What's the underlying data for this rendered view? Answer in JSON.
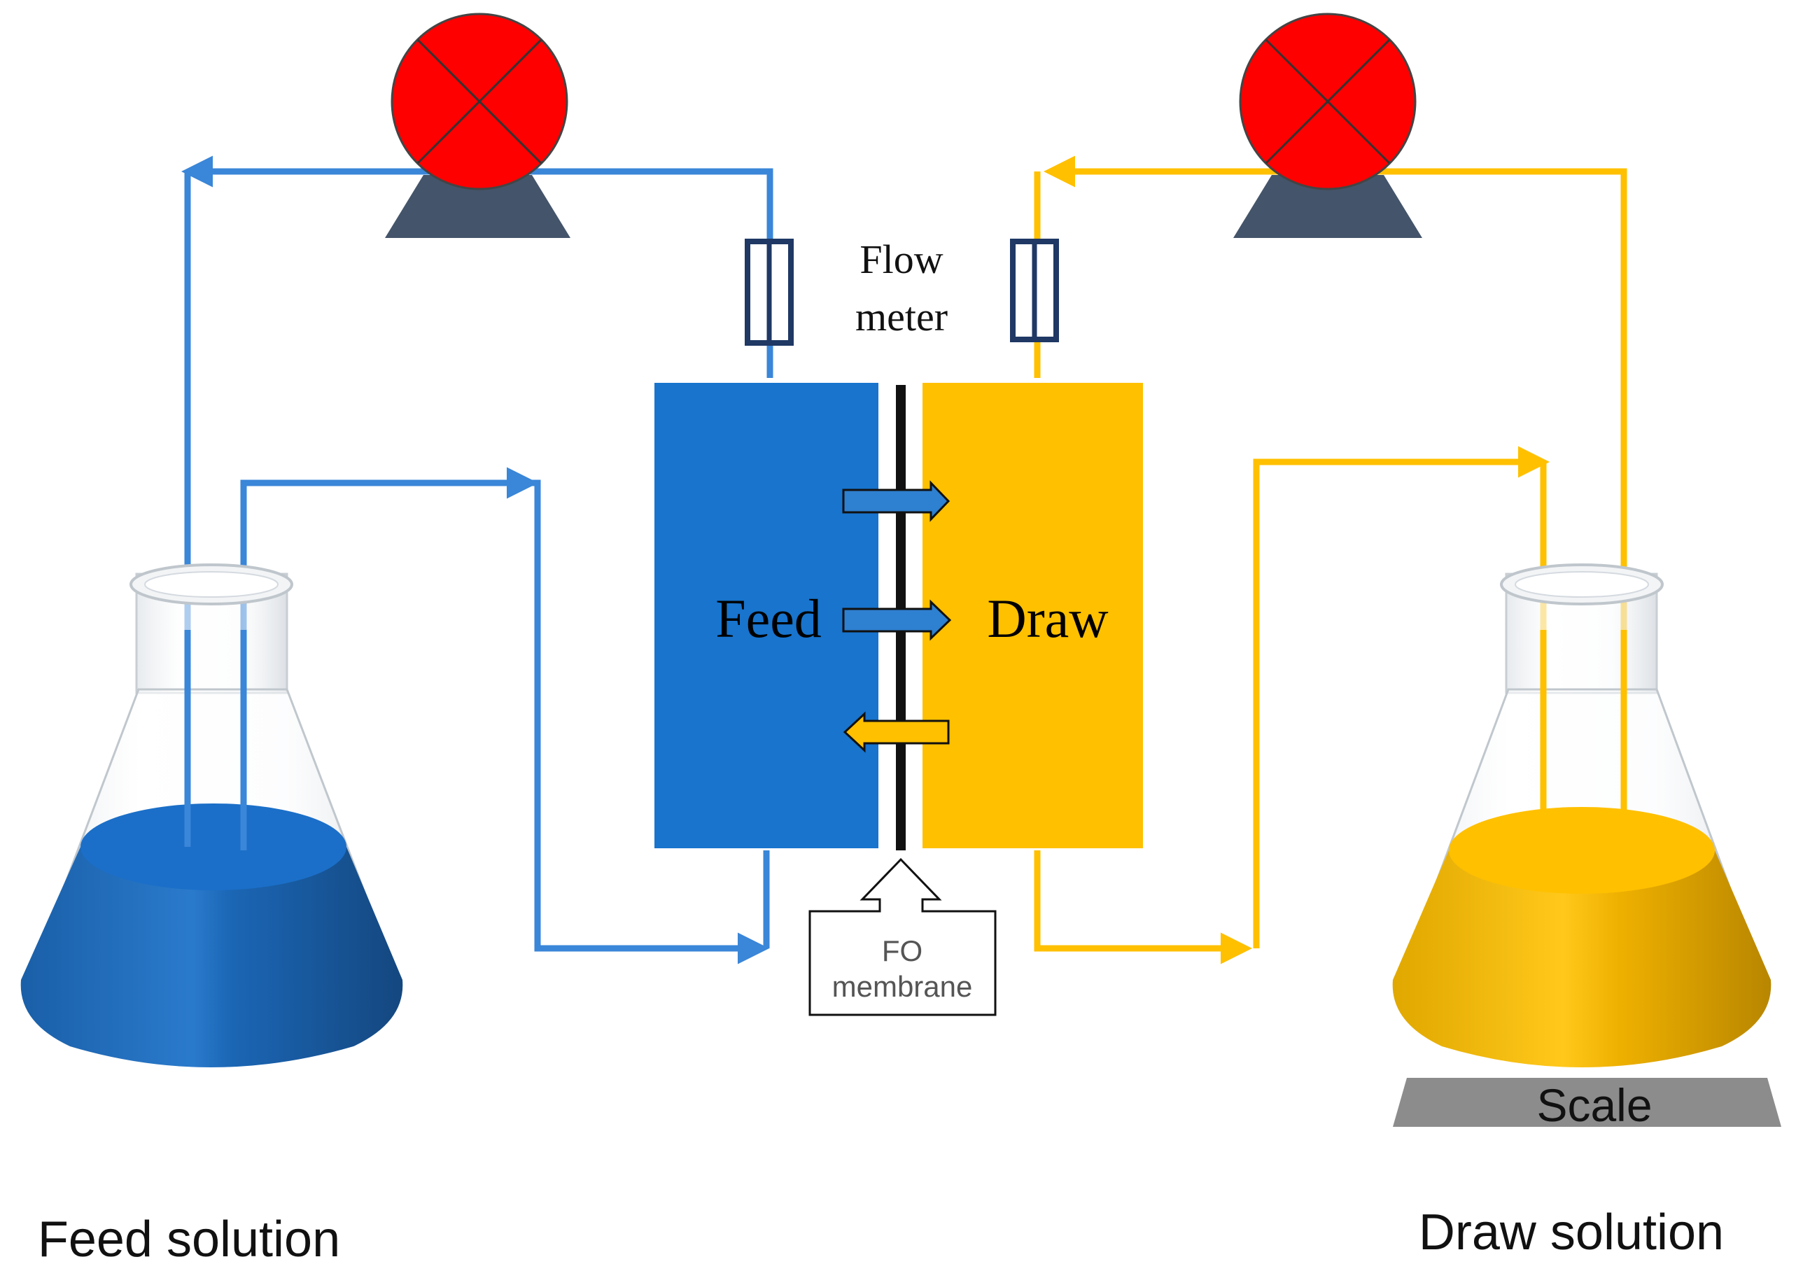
{
  "labels": {
    "flow_meter_line1": "Flow",
    "flow_meter_line2": "meter",
    "feed_chamber": "Feed",
    "draw_chamber": "Draw",
    "membrane_line1": "FO",
    "membrane_line2": "membrane",
    "scale": "Scale",
    "feed_solution": "Feed solution",
    "draw_solution": "Draw solution"
  },
  "colors": {
    "feed_blue": "#1874CD",
    "feed_line": "#3A86D8",
    "draw_yellow": "#FFC000",
    "draw_line": "#FFC000",
    "pump_red": "#FF0000",
    "pump_base": "#44546A",
    "scale_gray": "#8C8C8C"
  },
  "icons": {
    "pump": "peristaltic-pump-icon",
    "flask": "erlenmeyer-flask-icon",
    "flow_meter": "flow-meter-icon"
  }
}
